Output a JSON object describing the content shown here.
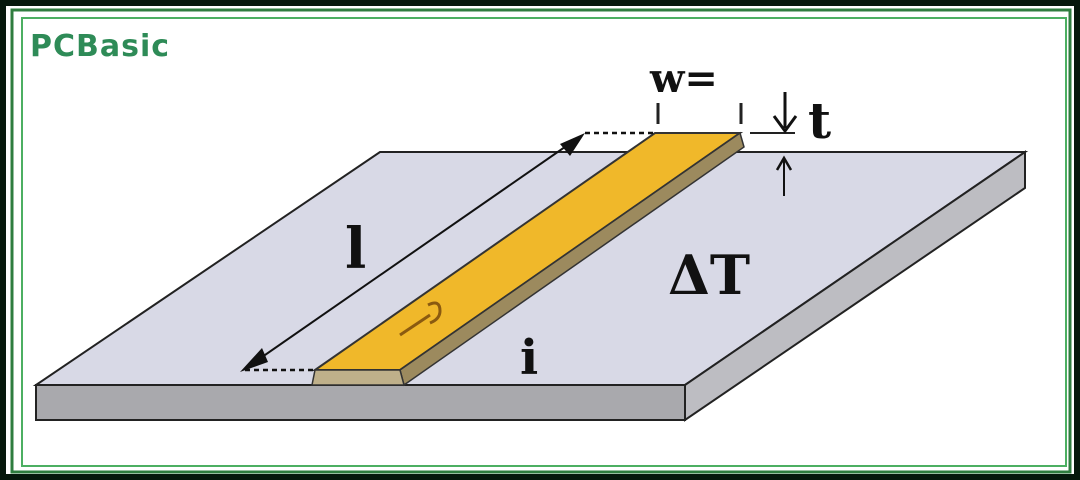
{
  "logo": {
    "text": "PCBasic",
    "color": "#2e8b57"
  },
  "diagram": {
    "labels": {
      "width": "w=",
      "thickness": "t",
      "length": "l",
      "temperature_rise": "ΔT",
      "current": "i"
    },
    "colors": {
      "frame": "#2f8a46",
      "board_top": "#d8d9e6",
      "board_side": "#a9a9ad",
      "trace": "#f0b82a",
      "trace_side": "#b59a5a"
    }
  }
}
